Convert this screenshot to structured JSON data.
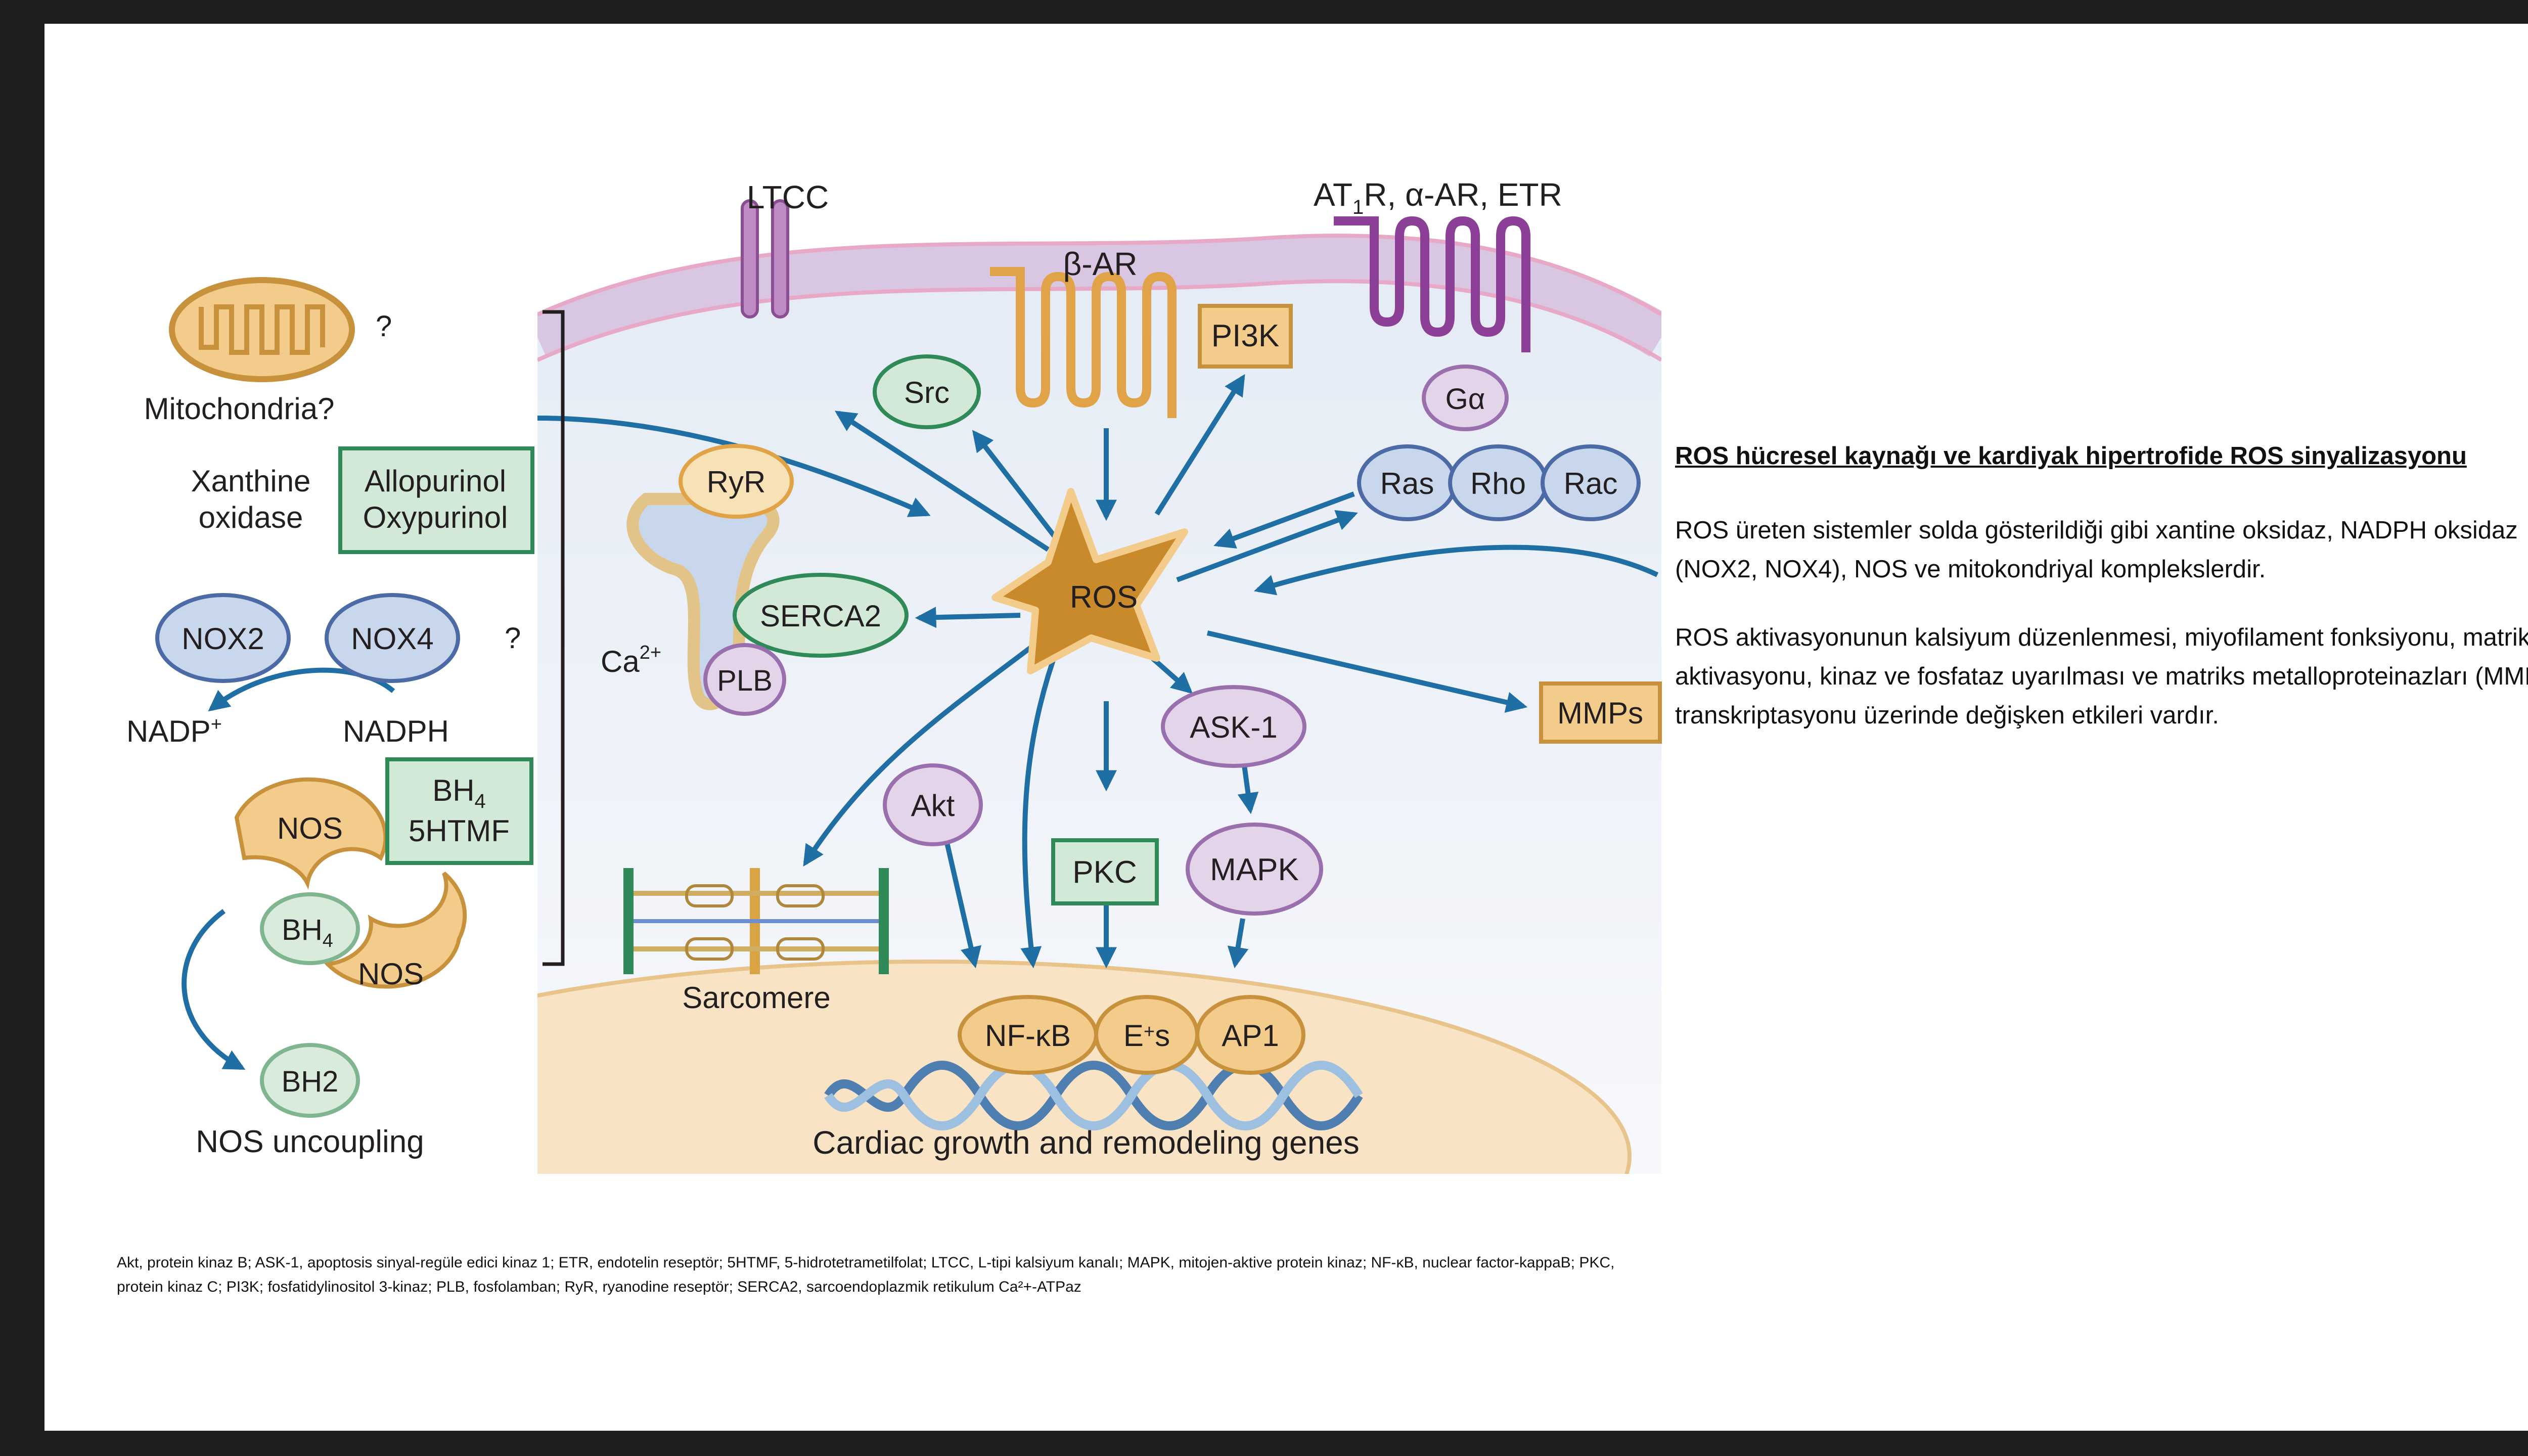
{
  "diagram": {
    "labels": {
      "ltcc": "LTCC",
      "beta_ar": "β-AR",
      "at1r": "AT",
      "at1r_sub": "1",
      "at1r_rest": "R, α-AR, ETR",
      "pi3k": "PI3K",
      "src": "Src",
      "galpha": "Gα",
      "ras": "Ras",
      "rho": "Rho",
      "rac": "Rac",
      "ryr": "RyR",
      "serca2": "SERCA2",
      "plb": "PLB",
      "ca": "Ca",
      "ca_sup": "2+",
      "ros": "ROS",
      "ask1": "ASK-1",
      "mmps": "MMPs",
      "akt": "Akt",
      "pkc": "PKC",
      "mapk": "MAPK",
      "nfkb": "NF-κB",
      "ets": "E",
      "ets_sup": "+",
      "ets_rest": "s",
      "ap1": "AP1",
      "genes": "Cardiac growth and remodeling genes",
      "sarcomere": "Sarcomere",
      "mito_q": "?",
      "mitochondria": "Mitochondria?",
      "xanthine_1": "Xanthine",
      "xanthine_2": "oxidase",
      "allopurinol": "Allopurinol",
      "oxypurinol": "Oxypurinol",
      "nox2": "NOX2",
      "nox4": "NOX4",
      "nox_q": "?",
      "nadp": "NADP",
      "nadp_sup": "+",
      "nadph": "NADPH",
      "bh4_box_1": "BH",
      "bh4_box_1_sub": "4",
      "bh4_box_2": "5HTMF",
      "nos_top": "NOS",
      "bh4": "BH",
      "bh4_sub": "4",
      "nos_bottom": "NOS",
      "bh2": "BH2",
      "nos_uncoupling": "NOS uncoupling"
    }
  },
  "side_panel": {
    "title": "ROS hücresel kaynağı  ve kardiyak hipertrofide ROS sinyalizasyonu",
    "paragraph_1": "ROS üreten sistemler solda gösterildiği gibi xantine oksidaz, NADPH oksidaz (NOX2, NOX4), NOS ve mitokondriyal komplekslerdir.",
    "paragraph_2": "ROS aktivasyonunun kalsiyum düzenlenmesi, miyofilament fonksiyonu, matriks aktivasyonu, kinaz ve fosfataz uyarılması ve matriks metalloproteinazları (MMPs) transkriptasyonu üzerinde değişken etkileri vardır."
  },
  "abbreviation_note": "Akt, protein kinaz B; ASK-1, apoptosis sinyal-regüle edici kinaz 1; ETR, endotelin reseptör; 5HTMF, 5-hidrotetrametilfolat; LTCC, L-tipi kalsiyum kanalı; MAPK, mitojen-aktive protein kinaz; NF-κB, nuclear factor-kappaB; PKC, protein kinaz C; PI3K; fosfatidylinositol 3-kinaz; PLB, fosfolamban; RyR, ryanodine reseptör; SERCA2, sarcoendoplazmik retikulum Ca²+-ATPaz",
  "colors": {
    "arrow_blue": "#1f6ea4",
    "membrane_purple": "#d9c6e2",
    "cell_fill": "#e9eef6",
    "orange_fill": "#f3cc8c",
    "orange_stroke": "#c8923d",
    "green_fill": "#d2e9d8",
    "green_stroke": "#2f8a57",
    "lilac_fill": "#e3d4ea",
    "lilac_stroke": "#9a6fae",
    "blue_fill": "#c9d7ec",
    "blue_stroke": "#4c6aa5",
    "ros_star": "#c98a2c"
  }
}
